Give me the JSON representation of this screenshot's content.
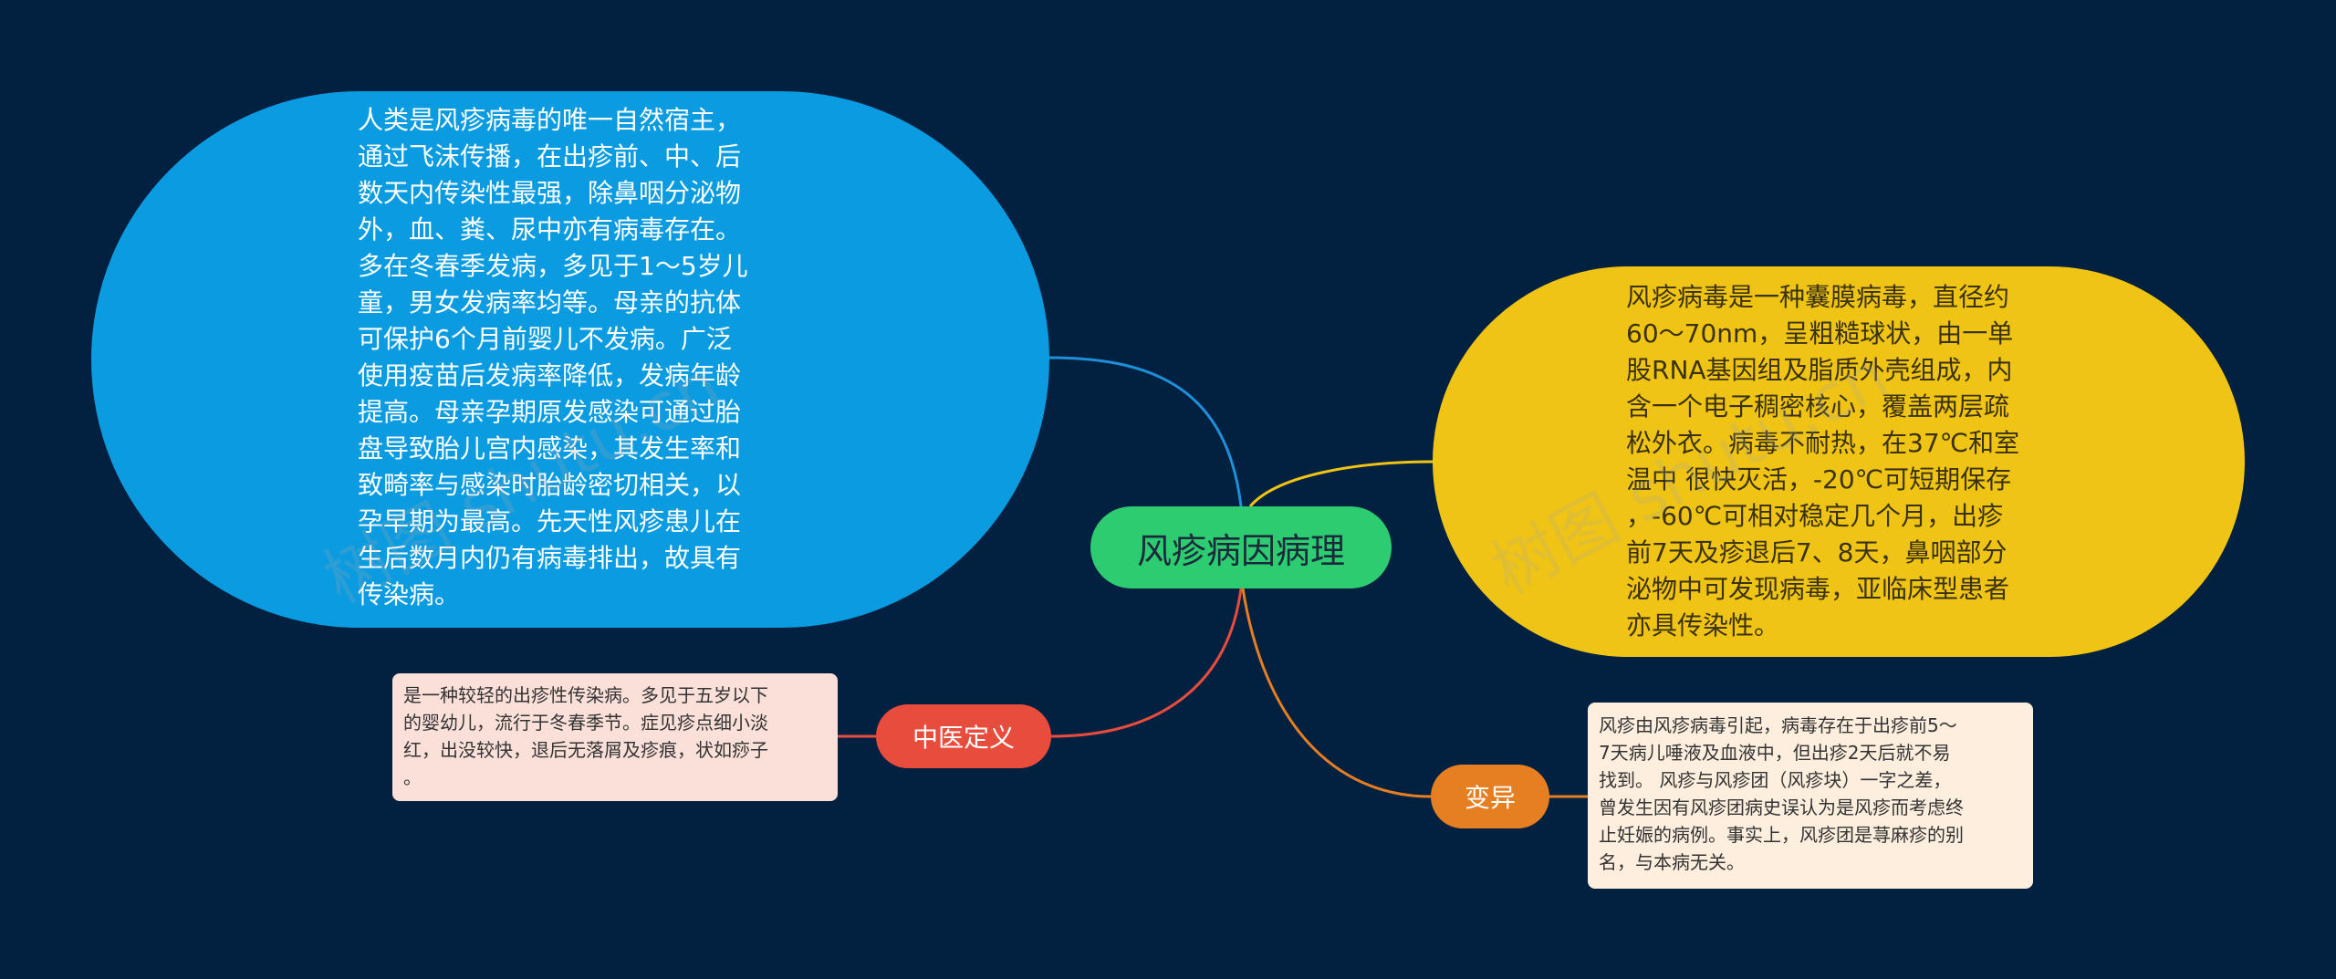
{
  "mindmap": {
    "center": {
      "label": "风疹病因病理",
      "color": "#2ecc71"
    },
    "branches": {
      "epidemiology": {
        "text": "人类是风疹病毒的唯一自然宿主，\n通过飞沫传播，在出疹前、中、后\n数天内传染性最强，除鼻咽分泌物\n外，血、粪、尿中亦有病毒存在。\n多在冬春季发病，多见于1～5岁儿\n童，男女发病率均等。母亲的抗体\n可保护6个月前婴儿不发病。广泛\n使用疫苗后发病率降低，发病年龄\n提高。母亲孕期原发感染可通过胎\n盘导致胎儿宫内感染，其发生率和\n致畸率与感染时胎龄密切相关，以\n孕早期为最高。先天性风疹患儿在\n生后数月内仍有病毒排出，故具有\n传染病。",
        "color": "#0a9be0",
        "line_color": "#1e8fd8"
      },
      "virus": {
        "text": "风疹病毒是一种囊膜病毒，直径约\n60～70nm，呈粗糙球状，由一单\n股RNA基因组及脂质外壳组成，内\n含一个电子稠密核心，覆盖两层疏\n松外衣。病毒不耐热，在37℃和室\n温中 很快灭活，-20℃可短期保存\n，-60℃可相对稳定几个月，出疹\n前7天及疹退后7、8天，鼻咽部分\n泌物中可发现病毒，亚临床型患者\n亦具传染性。",
        "color": "#f0c414",
        "line_color": "#f0c414"
      },
      "tcm": {
        "label": "中医定义",
        "text": "是一种较轻的出疹性传染病。多见于五岁以下\n的婴幼儿，流行于冬春季节。症见疹点细小淡\n红，出没较快，退后无落屑及疹痕，状如痧子\n。",
        "color": "#e74c3c",
        "box_color": "#fbe0da"
      },
      "variation": {
        "label": "变异",
        "text": "风疹由风疹病毒引起，病毒存在于出疹前5～\n7天病儿唾液及血液中，但出疹2天后就不易\n找到。 风疹与风疹团（风疹块）一字之差，\n曾发生因有风疹团病史误认为是风疹而考虑终\n止妊娠的病例。事实上，风疹团是荨麻疹的别\n名，与本病无关。",
        "color": "#e67e22",
        "box_color": "#fdeede"
      }
    }
  },
  "watermark": {
    "left": "树图 shutu.cn",
    "right": "树图 shutu.cn"
  }
}
